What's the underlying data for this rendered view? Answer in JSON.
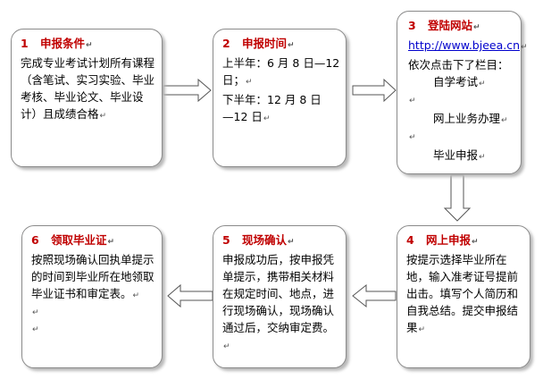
{
  "mark": "↵",
  "step1": {
    "num": "1",
    "title": "申报条件",
    "text": "完成专业考试计划所有课程（含笔试、实习实验、毕业考核、毕业论文、毕业设计）且成绩合格"
  },
  "step2": {
    "num": "2",
    "title": "申报时间",
    "line1": "上半年：6 月 8 日—12",
    "line2": "日；",
    "line3": "下半年：12 月 8 日",
    "line4": "—12 日"
  },
  "step3": {
    "num": "3",
    "title": "登陆网站",
    "url": "http://www.bjeea.cn",
    "intro": "依次点击下了栏目：",
    "item1": "自学考试",
    "item2": "网上业务办理",
    "item3": "毕业申报"
  },
  "step4": {
    "num": "4",
    "title": "网上申报",
    "text": "按提示选择毕业所在地，输入准考证号提前出击。填写个人简历和自我总结。提交申报结果"
  },
  "step5": {
    "num": "5",
    "title": "现场确认",
    "text": "申报成功后，按申报凭单提示，携带相关材料在规定时间、地点，进行现场确认，现场确认通过后，交纳审定费。"
  },
  "step6": {
    "num": "6",
    "title": "领取毕业证",
    "text": "按照现场确认回执单提示的时间到毕业所在地领取毕业证书和审定表。"
  }
}
